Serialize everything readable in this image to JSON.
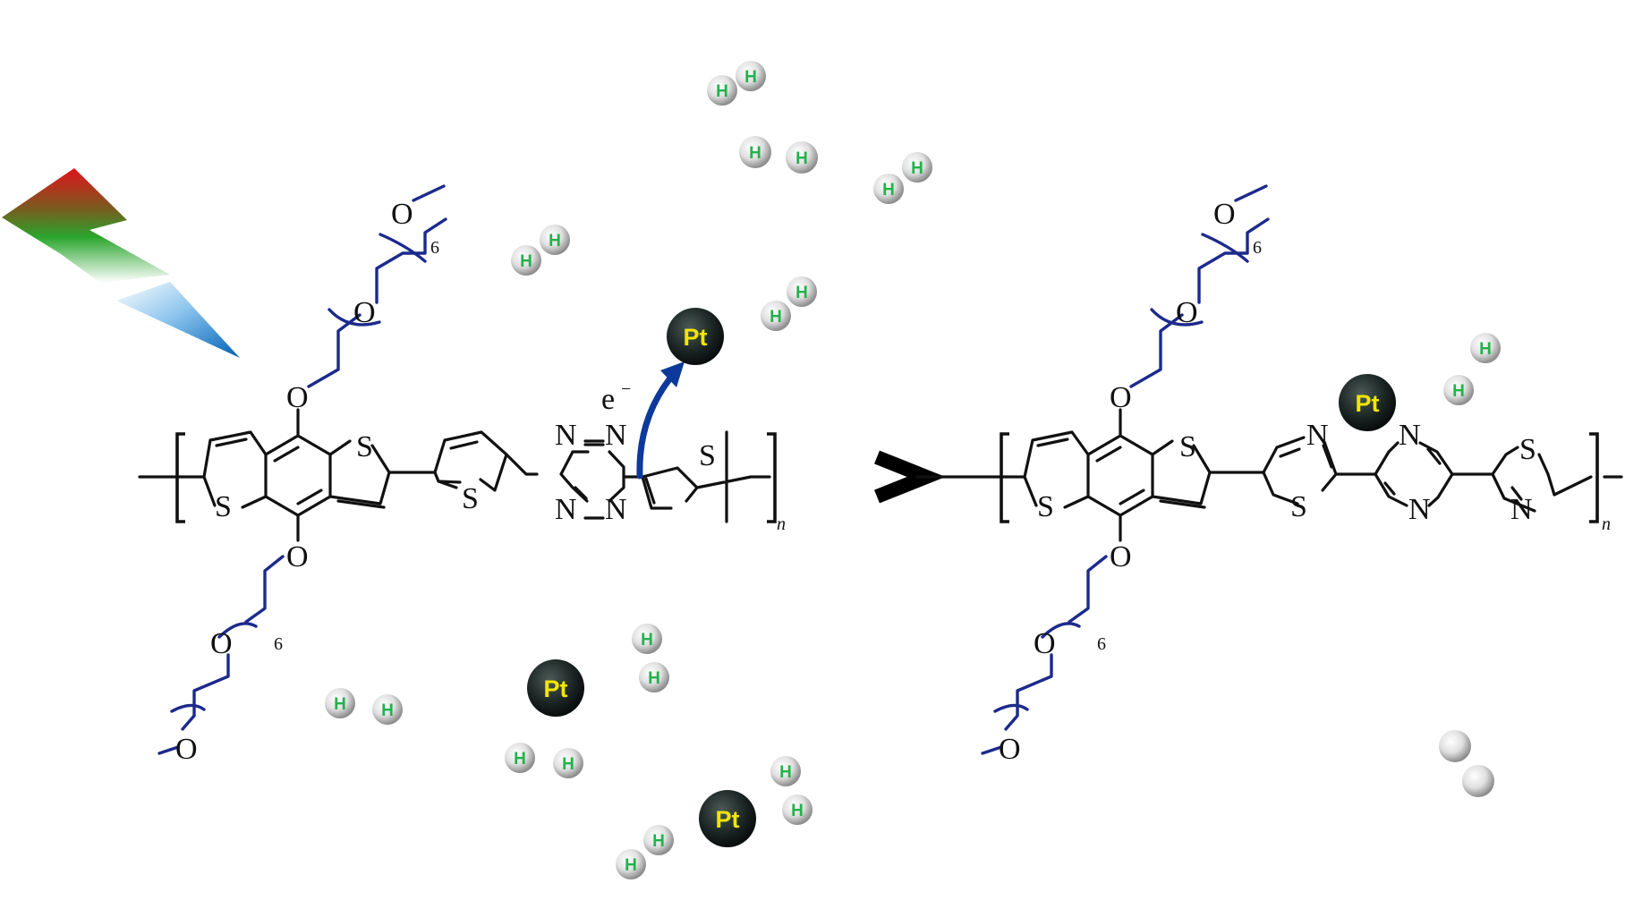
{
  "colors": {
    "bond": "#111111",
    "glycol_chain": "#1c2a8c",
    "electron_arrow": "#0d3a9a",
    "pt_label": "#f2e600",
    "hydrogen_label": "#22b24c",
    "comparison_sign": "#000000"
  },
  "icons": {
    "light": "lightning-bolt-icon",
    "catalyst": "platinum-sphere-icon",
    "hydrogen": "hydrogen-molecule-icon"
  },
  "labels": {
    "oxygen": "O",
    "sulfur": "S",
    "nitrogen": "N",
    "repeat_count": "6",
    "polymer_index": "n",
    "electron": "e",
    "electron_charge": "−",
    "platinum": "Pt",
    "hydrogen": "H",
    "comparison": ">"
  }
}
